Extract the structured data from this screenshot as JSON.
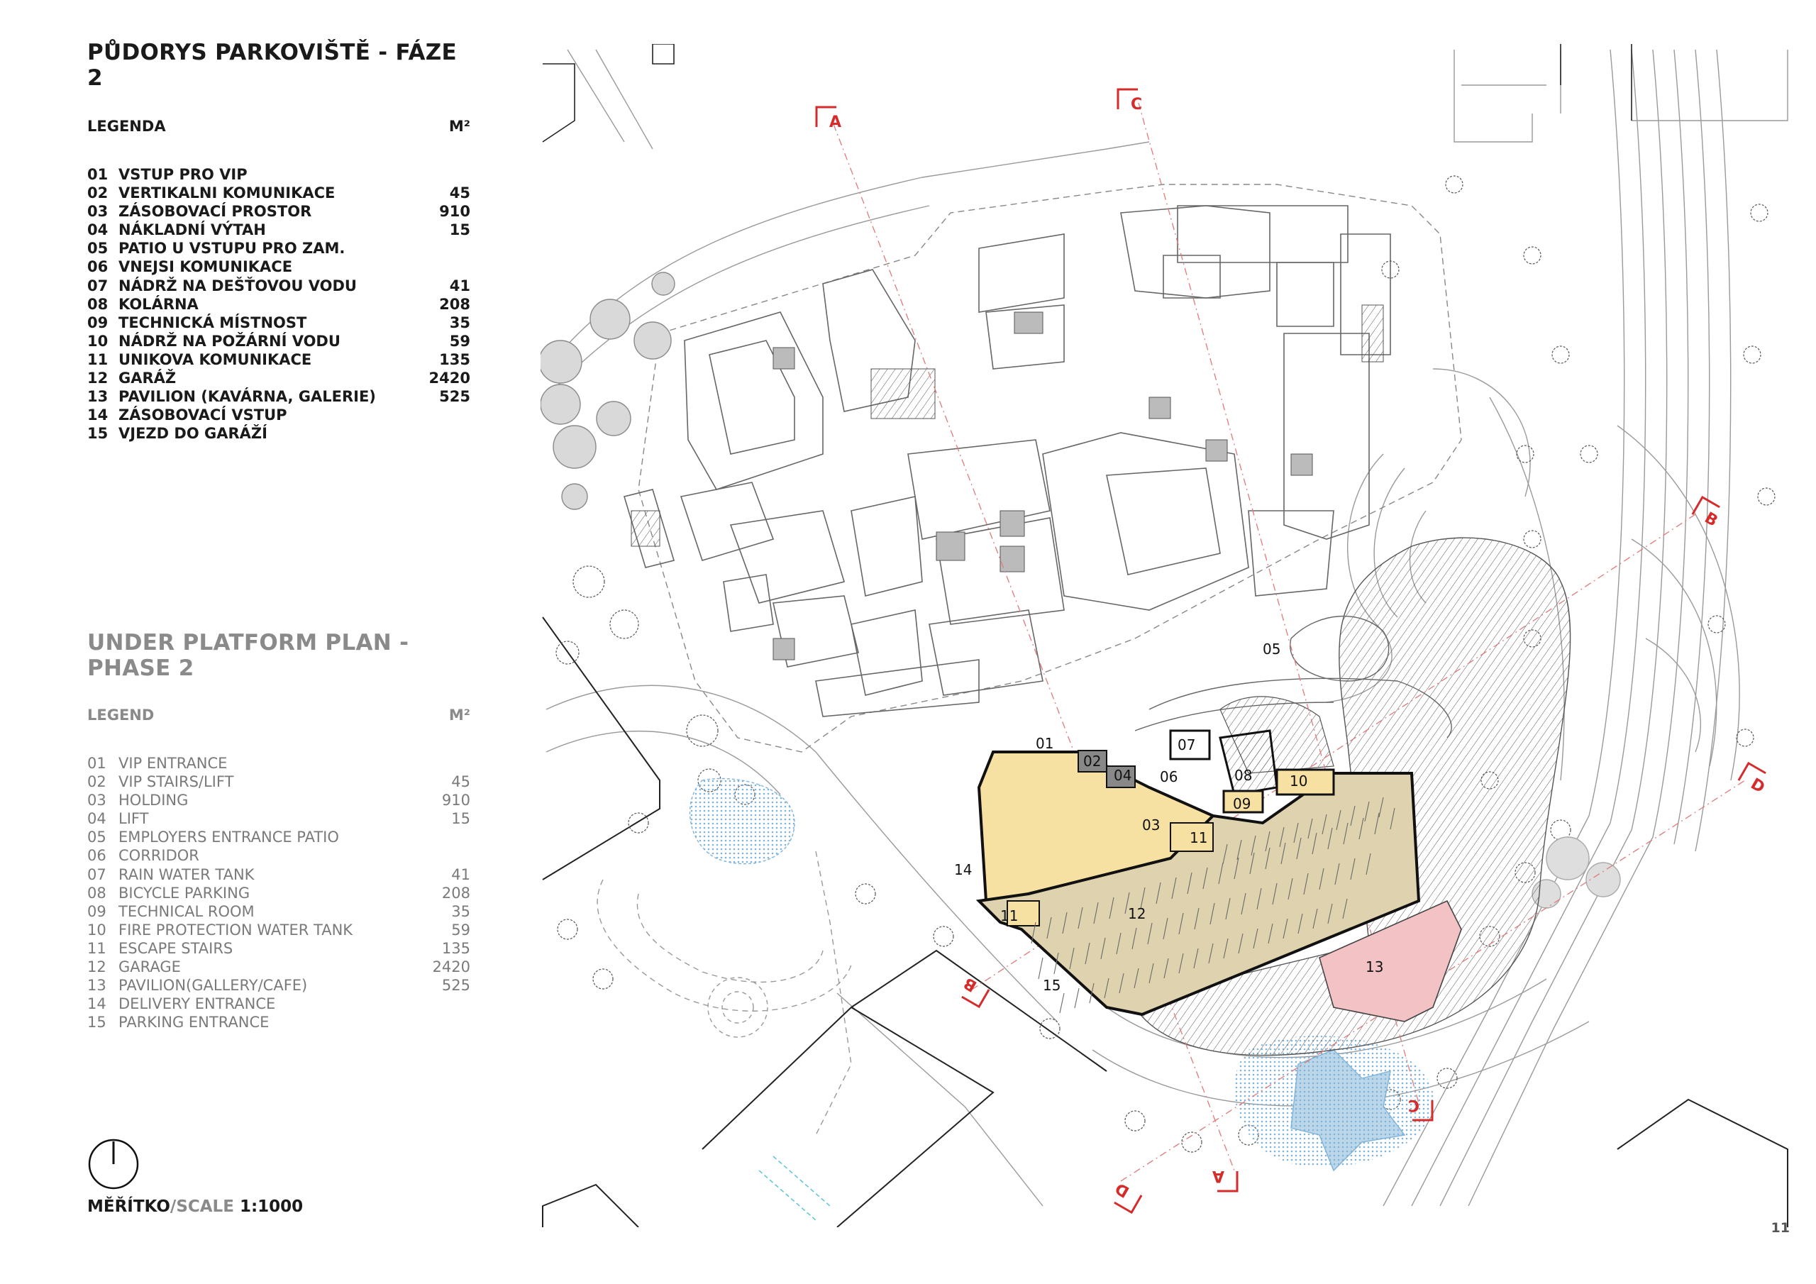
{
  "czech": {
    "title": "PŮDORYS PARKOVIŠTĚ - FÁZE 2",
    "legend_label": "LEGENDA",
    "unit": "M²",
    "items": [
      {
        "num": "01",
        "label": "VSTUP PRO VIP",
        "value": ""
      },
      {
        "num": "02",
        "label": "VERTIKALNI KOMUNIKACE",
        "value": "45"
      },
      {
        "num": "03",
        "label": "ZÁSOBOVACÍ PROSTOR",
        "value": "910"
      },
      {
        "num": "04",
        "label": "NÁKLADNÍ VÝTAH",
        "value": "15"
      },
      {
        "num": "05",
        "label": "PATIO U VSTUPU PRO ZAM.",
        "value": ""
      },
      {
        "num": "06",
        "label": "VNEJSI KOMUNIKACE",
        "value": ""
      },
      {
        "num": "07",
        "label": "NÁDRŽ NA DEŠŤOVOU VODU",
        "value": "41"
      },
      {
        "num": "08",
        "label": "KOLÁRNA",
        "value": "208"
      },
      {
        "num": "09",
        "label": "TECHNICKÁ MÍSTNOST",
        "value": "35"
      },
      {
        "num": "10",
        "label": "NÁDRŽ NA POŽÁRNÍ VODU",
        "value": "59"
      },
      {
        "num": "11",
        "label": "UNIKOVA KOMUNIKACE",
        "value": "135"
      },
      {
        "num": "12",
        "label": "GARÁŽ",
        "value": "2420"
      },
      {
        "num": "13",
        "label": "PAVILION (KAVÁRNA, GALERIE)",
        "value": "525"
      },
      {
        "num": "14",
        "label": "ZÁSOBOVACÍ VSTUP",
        "value": ""
      },
      {
        "num": "15",
        "label": "VJEZD DO GARÁŽÍ",
        "value": ""
      }
    ]
  },
  "english": {
    "title": "UNDER PLATFORM PLAN - PHASE 2",
    "legend_label": "LEGEND",
    "unit": "M²",
    "items": [
      {
        "num": "01",
        "label": "VIP ENTRANCE",
        "value": ""
      },
      {
        "num": "02",
        "label": "VIP STAIRS/LIFT",
        "value": "45"
      },
      {
        "num": "03",
        "label": "HOLDING",
        "value": "910"
      },
      {
        "num": "04",
        "label": "LIFT",
        "value": "15"
      },
      {
        "num": "05",
        "label": "EMPLOYERS ENTRANCE PATIO",
        "value": ""
      },
      {
        "num": "06",
        "label": "CORRIDOR",
        "value": ""
      },
      {
        "num": "07",
        "label": "RAIN WATER TANK",
        "value": "41"
      },
      {
        "num": "08",
        "label": "BICYCLE PARKING",
        "value": "208"
      },
      {
        "num": "09",
        "label": "TECHNICAL ROOM",
        "value": "35"
      },
      {
        "num": "10",
        "label": "FIRE PROTECTION WATER TANK",
        "value": "59"
      },
      {
        "num": "11",
        "label": "ESCAPE STAIRS",
        "value": "135"
      },
      {
        "num": "12",
        "label": "GARAGE",
        "value": "2420"
      },
      {
        "num": "13",
        "label": "PAVILION(GALLERY/CAFE)",
        "value": "525"
      },
      {
        "num": "14",
        "label": "DELIVERY ENTRANCE",
        "value": ""
      },
      {
        "num": "15",
        "label": "PARKING ENTRANCE",
        "value": ""
      }
    ]
  },
  "scale": {
    "cz": "MĚŘÍTKO",
    "sep": "/",
    "en": "SCALE",
    "value": " 1:1000"
  },
  "page_number": "11",
  "plan": {
    "section_markers": [
      "A",
      "A",
      "B",
      "B",
      "C",
      "C",
      "D",
      "D"
    ],
    "room_labels": [
      "01",
      "02",
      "03",
      "04",
      "05",
      "06",
      "07",
      "08",
      "09",
      "10",
      "11",
      "11",
      "12",
      "13",
      "14",
      "15"
    ],
    "colors": {
      "holding": "#f7e1a2",
      "garage": "#dfd2ae",
      "pavilion": "#f3c2c4",
      "water": "#bcd7ea",
      "section_red": "#d62b2b",
      "lines": "#9a9a9a",
      "building_outline": "#111111"
    }
  }
}
